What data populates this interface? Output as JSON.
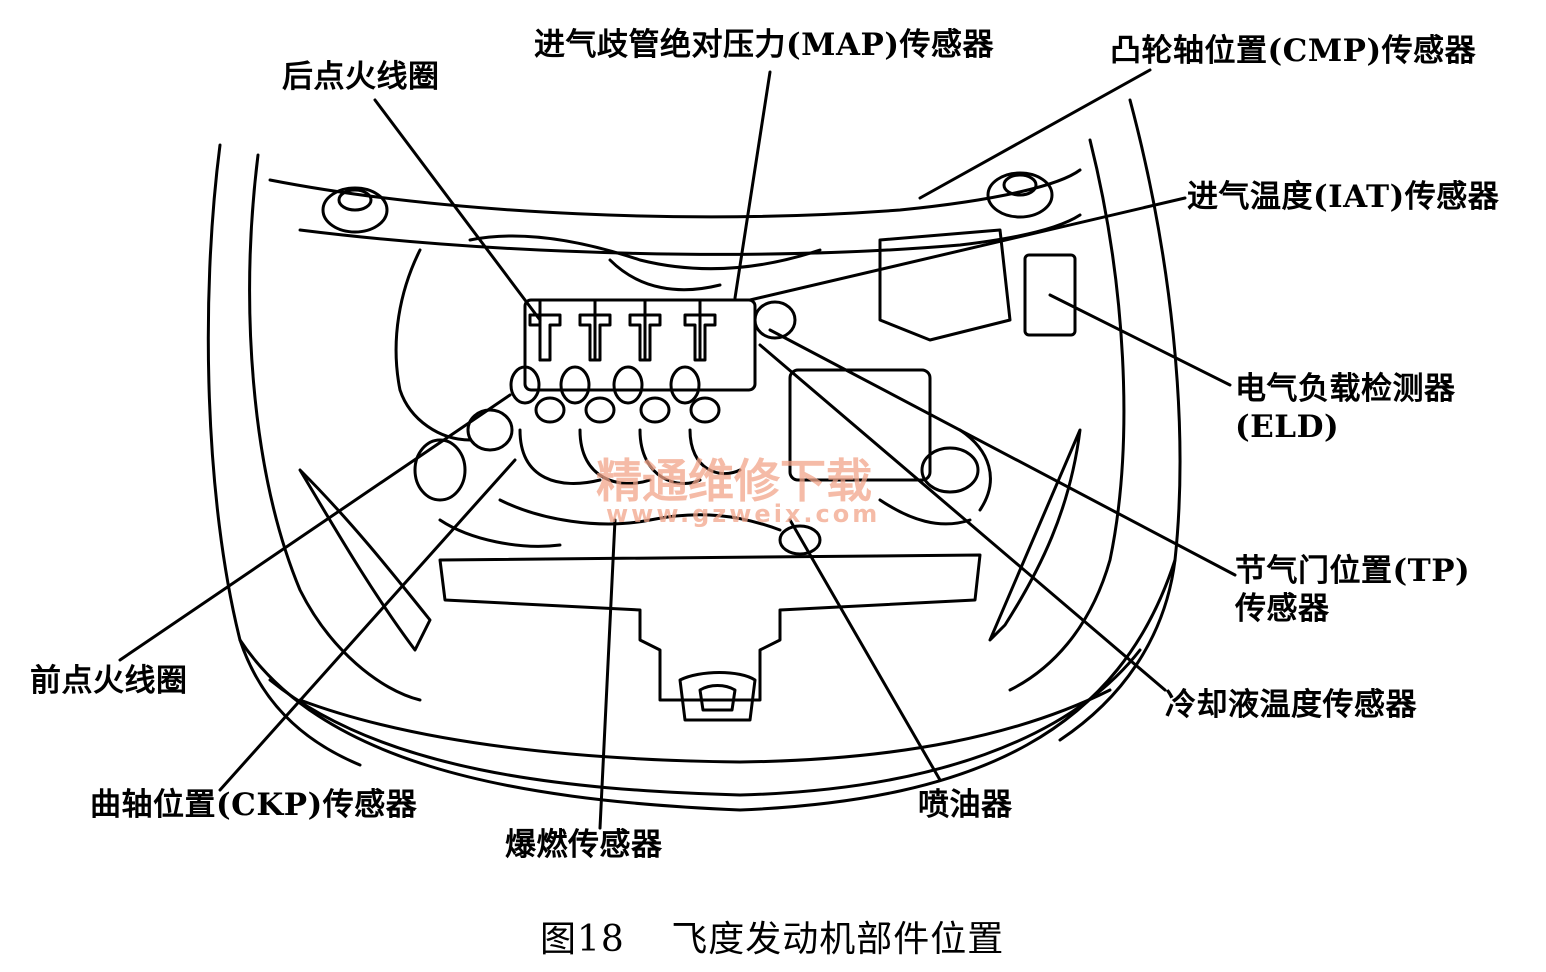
{
  "labels": {
    "rear_ignition_coil": "后点火线圈",
    "map_sensor": "进气歧管绝对压力(MAP)传感器",
    "cmp_sensor": "凸轮轴位置(CMP)传感器",
    "iat_sensor": "进气温度(IAT)传感器",
    "eld_line1": "电气负载检测器",
    "eld_line2": "(ELD)",
    "tp_line1": "节气门位置(TP)",
    "tp_line2": "传感器",
    "coolant_temp_sensor": "冷却液温度传感器",
    "front_ignition_coil": "前点火线圈",
    "ckp_sensor": "曲轴位置(CKP)传感器",
    "knock_sensor": "爆燃传感器",
    "injector": "喷油器"
  },
  "watermark": {
    "text": "精通维修下载",
    "url": "www.gzweix.com"
  },
  "caption": {
    "number": "图18",
    "title": "飞度发动机部件位置"
  }
}
